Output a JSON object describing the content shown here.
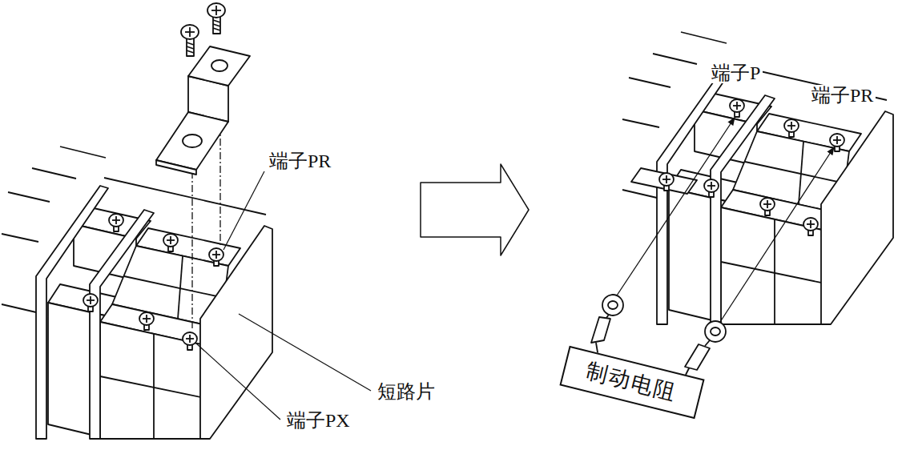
{
  "diagram": {
    "nodes": [
      {
        "text": [
          "制动电阻"
        ]
      }
    ],
    "labels": [
      "端子PR",
      "短路片",
      "端子PX",
      "端子P",
      "端子PR"
    ]
  }
}
